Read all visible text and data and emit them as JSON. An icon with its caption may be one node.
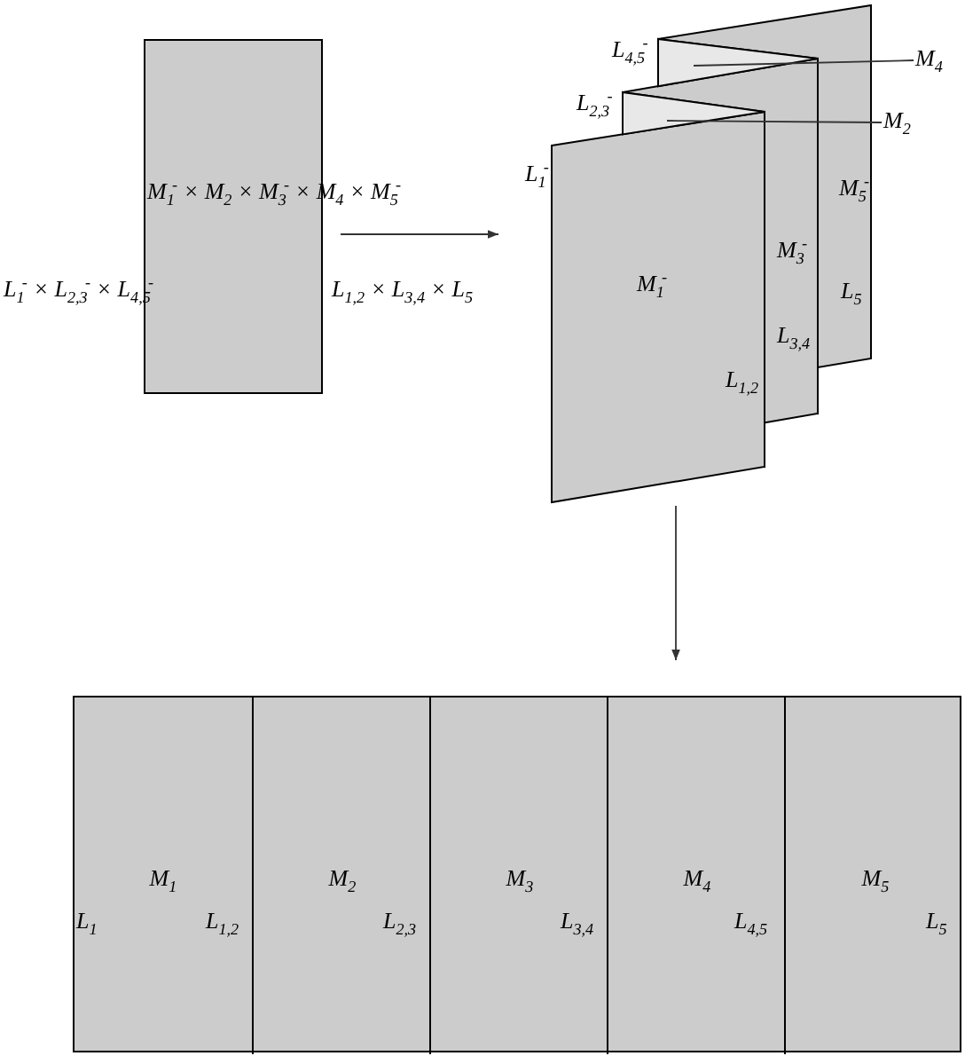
{
  "diagram": {
    "nodes": [
      {
        "text": [],
        "shape": "box"
      },
      {
        "text": [],
        "shape": "picture"
      },
      {
        "text": [
          "M$_{5}$$^{-}$"
        ]
      },
      {
        "text": [],
        "shape": "box"
      },
      {
        "text": [
          "M$_{3}$$^{-}$"
        ]
      },
      {
        "text": [],
        "shape": "box"
      },
      {
        "text": [
          "M$_{1}$$^{-}$"
        ],
        "in": 1
      },
      {
        "text": [
          "M$_{4}$"
        ]
      },
      {
        "text": [
          "M$_{2}$"
        ]
      },
      {
        "text": [],
        "shape": "box"
      },
      {
        "text": [
          "M$_{1}$"
        ],
        "in": 9
      },
      {
        "text": [
          "M$_{2}$"
        ],
        "in": 9
      },
      {
        "text": [
          "M$_{3}$"
        ],
        "in": 9
      },
      {
        "text": [
          "M$_{4}$"
        ],
        "in": 9
      },
      {
        "text": [
          "M$_{5}$"
        ],
        "in": 9
      }
    ],
    "edges": [
      {
        "from": 0,
        "to": 1,
        "arrow": "to"
      },
      {
        "from": 1,
        "to": 9,
        "arrow": "to"
      },
      {
        "from": 7,
        "to": 3,
        "arrow": "none"
      },
      {
        "from": 8,
        "to": 5,
        "arrow": "none"
      }
    ],
    "labels": [
      "M$_{1}$$^{-}$ × M$_{2}$ × M$_{3}$$^{-}$ × M$_{4}$ × M$_{5}$$^{-}$",
      "L$_{1}$$^{-}$ × L$_{2,3}$$^{-}$ × L$_{4,5}$$^{-}$",
      "L$_{1,2}$ × L$_{3,4}$ × L$_{5}$",
      "L$_{4,5}$$^{-}$",
      "L$_{2,3}$$^{-}$",
      "L$_{1}$$^{-}$",
      "L$_{5}$",
      "L$_{3,4}$",
      "L$_{1,2}$",
      "L$_{1}$",
      "L$_{1,2}$",
      "L$_{2,3}$",
      "L$_{3,4}$",
      "L$_{4,5}$",
      "L$_{5}$"
    ]
  }
}
